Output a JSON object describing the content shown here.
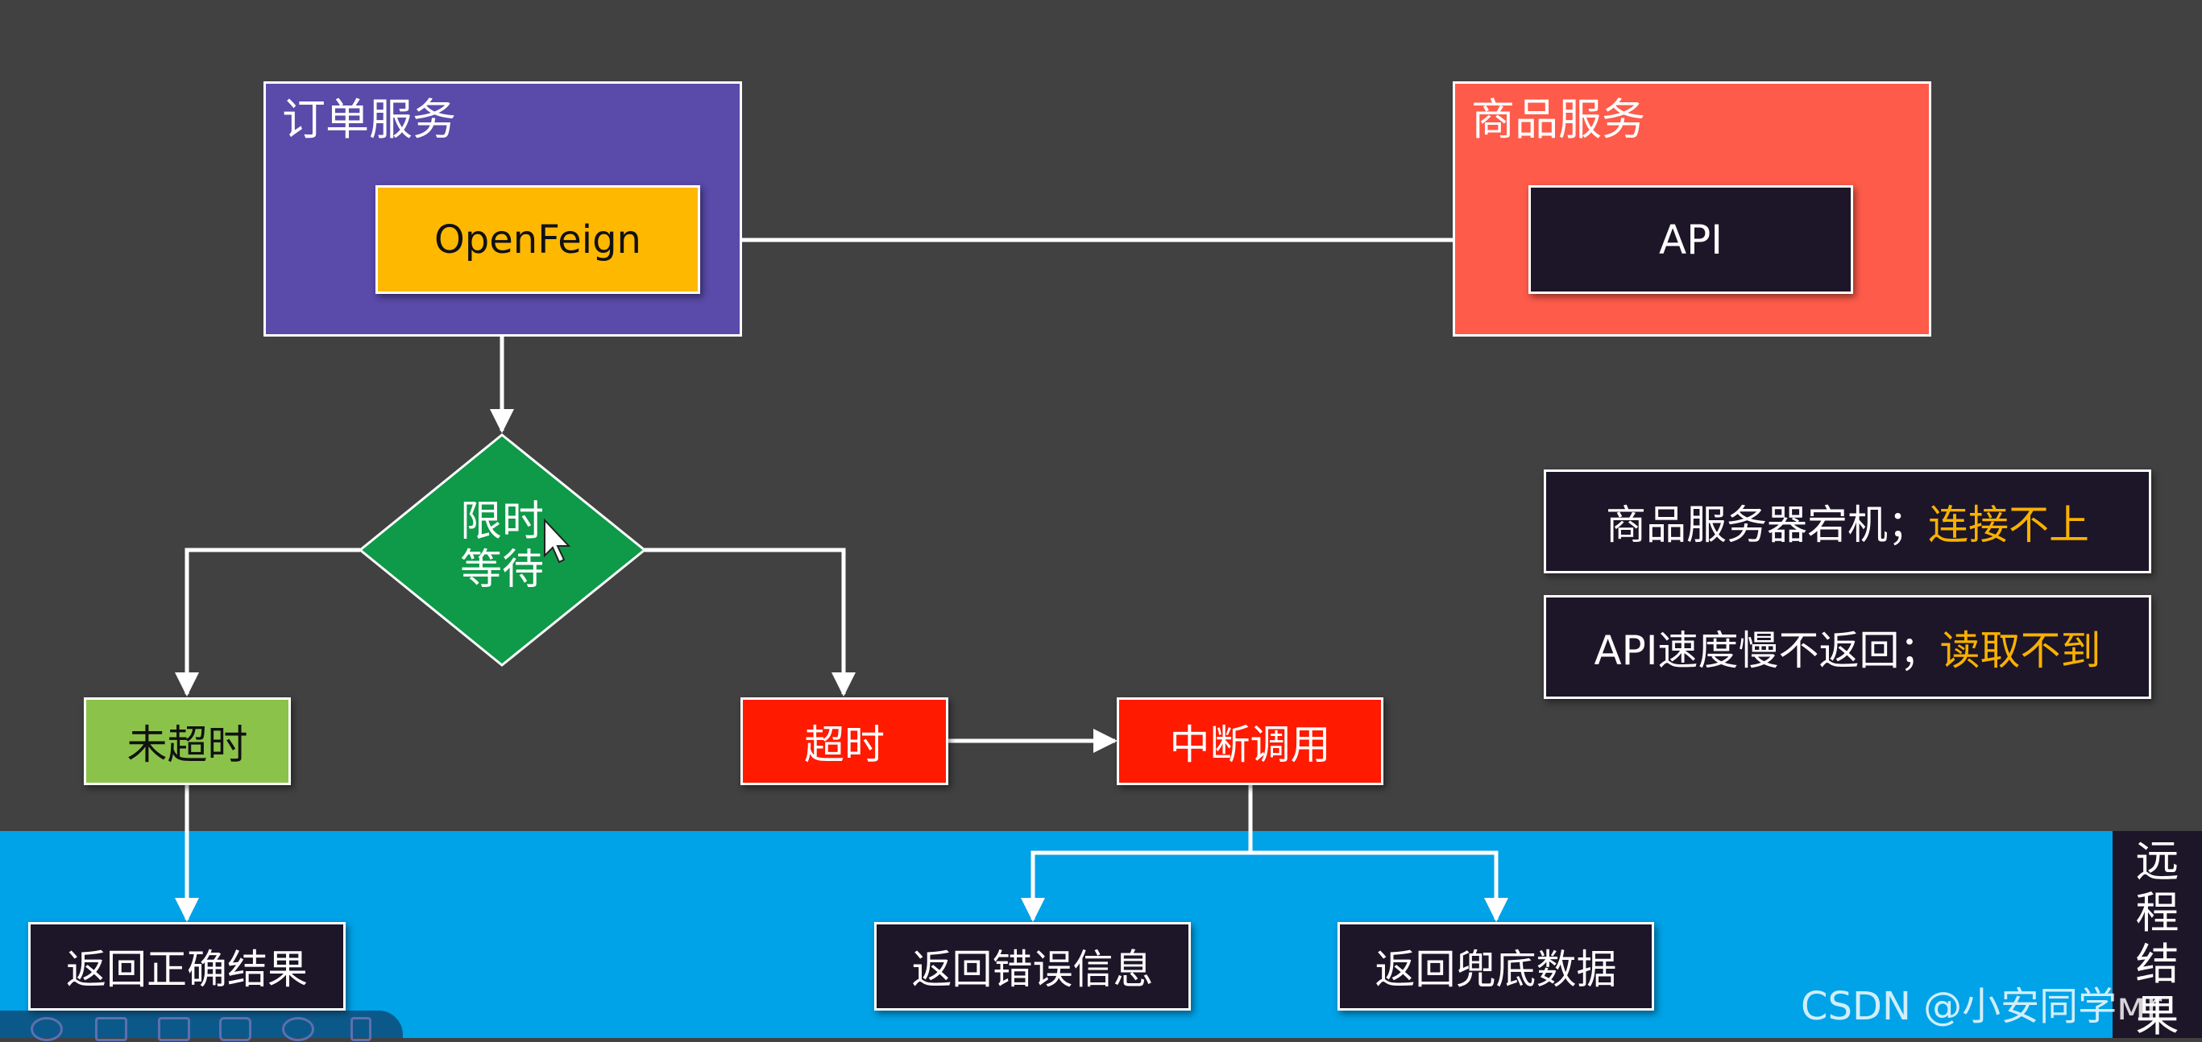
{
  "order_service": {
    "title": "订单服务",
    "openfeign": "OpenFeign"
  },
  "product_service": {
    "title": "商品服务",
    "api": "API"
  },
  "decision": {
    "line1": "限时",
    "line2": "等待"
  },
  "not_timeout": "未超时",
  "timeout": "超时",
  "interrupt": "中断调用",
  "return_correct": "返回正确结果",
  "return_error": "返回错误信息",
  "return_fallback": "返回兜底数据",
  "notes": [
    {
      "text": "商品服务器宕机；",
      "highlight": "连接不上"
    },
    {
      "text": "API速度慢不返回；",
      "highlight": "读取不到"
    }
  ],
  "side_tab": [
    "远",
    "程",
    "结",
    "果"
  ],
  "watermark": "CSDN @小安同学ᴍr",
  "colors": {
    "background": "#414141",
    "order_service": "#5a4aaa",
    "product_service": "#ff5b4a",
    "openfeign": "#ffb800",
    "api": "#1d1528",
    "decision": "#0e9a48",
    "not_timeout": "#8bc34a",
    "timeout": "#ff1a00",
    "bottom_band": "#00a2e8",
    "highlight": "#f8b100"
  }
}
